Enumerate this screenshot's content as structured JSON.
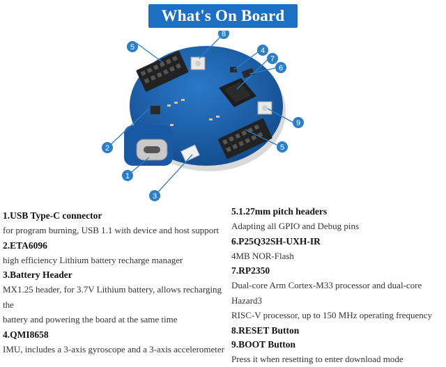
{
  "title": "What's On Board",
  "colors": {
    "banner": "#1d6fc4",
    "callout": "#2a7fc8",
    "pcb": "#1a5fae"
  },
  "callouts": [
    "1",
    "2",
    "3",
    "4",
    "5",
    "5",
    "6",
    "7",
    "8",
    "9"
  ],
  "features": [
    {
      "title": "1.USB Type-C connector",
      "desc": [
        "for program burning, USB 1.1 with device and host support"
      ]
    },
    {
      "title": "2.ETA6096",
      "desc": [
        "high efficiency Lithium battery recharge manager"
      ]
    },
    {
      "title": "3.Battery Header",
      "desc": [
        "MX1.25 header, for 3.7V Lithium battery, allows recharging the",
        "battery and powering the board at the same time"
      ]
    },
    {
      "title": "4.QMI8658",
      "desc": [
        "IMU, includes a 3-axis gyroscope and a 3-axis accelerometer"
      ]
    },
    {
      "title": "5.1.27mm pitch headers",
      "desc": [
        "Adapting all GPIO and Debug pins"
      ]
    },
    {
      "title": "6.P25Q32SH-UXH-IR",
      "desc": [
        "4MB NOR-Flash"
      ]
    },
    {
      "title": "7.RP2350",
      "desc": [
        "Dual-core Arm Cortex-M33 processor and dual-core Hazard3",
        "RISC-V processor, up to 150 MHz operating frequency"
      ]
    },
    {
      "title": "8.RESET Button",
      "desc": []
    },
    {
      "title": "9.BOOT Button",
      "desc": [
        "Press it when resetting to enter download mode"
      ]
    }
  ]
}
